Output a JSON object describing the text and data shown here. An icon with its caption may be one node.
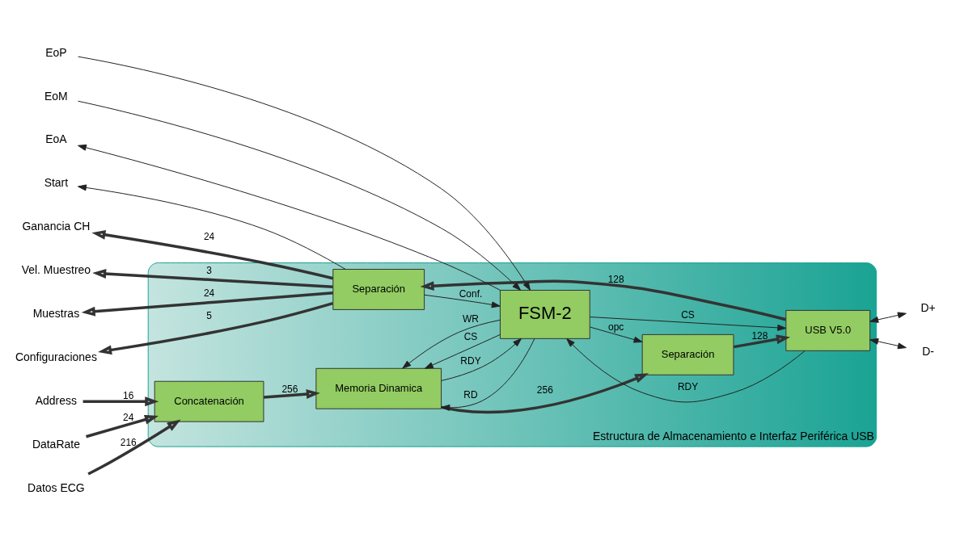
{
  "diagram": {
    "nodes": [
      {
        "text": [
          "Estructura de Almacenamiento e Interfaz Periférica USB"
        ]
      },
      {
        "text": [
          "Concatenación"
        ],
        "in": 0
      },
      {
        "text": [
          "Memoria Dinamica"
        ],
        "in": 0
      },
      {
        "text": [
          "FSM-2"
        ],
        "in": 0
      },
      {
        "text": [
          "Separación"
        ],
        "in": 0
      },
      {
        "text": [
          "Separación"
        ],
        "in": 0
      },
      {
        "text": [
          "USB V5.0"
        ],
        "in": 0
      },
      {
        "text": [
          "Address"
        ]
      },
      {
        "text": [
          "DataRate"
        ]
      },
      {
        "text": [
          "Datos ECG"
        ]
      },
      {
        "text": [
          "EoP"
        ]
      },
      {
        "text": [
          "EoM"
        ]
      },
      {
        "text": [
          "EoA"
        ]
      },
      {
        "text": [
          "Start"
        ]
      },
      {
        "text": [
          "Ganancia CH"
        ]
      },
      {
        "text": [
          "Vel. Muestreo"
        ]
      },
      {
        "text": [
          "Muestras"
        ]
      },
      {
        "text": [
          "Configuraciones"
        ]
      },
      {
        "text": [
          "D+"
        ]
      },
      {
        "text": [
          "D-"
        ]
      }
    ],
    "edges": [
      {
        "from": 7,
        "to": 1,
        "arrow": "to",
        "label": "16",
        "style": "thick"
      },
      {
        "from": 8,
        "to": 1,
        "arrow": "to",
        "label": "24",
        "style": "thick"
      },
      {
        "from": 9,
        "to": 1,
        "arrow": "to",
        "label": "216",
        "style": "thick"
      },
      {
        "from": 1,
        "to": 2,
        "arrow": "to",
        "label": "256",
        "style": "thick"
      },
      {
        "from": 2,
        "to": 4,
        "arrow": "to",
        "label": "256",
        "style": "thick"
      },
      {
        "from": 3,
        "to": 2,
        "arrow": "to",
        "label": "CS"
      },
      {
        "from": 3,
        "to": 2,
        "arrow": "to",
        "label": "WR"
      },
      {
        "from": 3,
        "to": 2,
        "arrow": "to",
        "label": "RD"
      },
      {
        "from": 2,
        "to": 3,
        "arrow": "to",
        "label": "RDY"
      },
      {
        "from": 10,
        "to": 3,
        "arrow": "to"
      },
      {
        "from": 11,
        "to": 3,
        "arrow": "to"
      },
      {
        "from": 3,
        "to": 12,
        "arrow": "to"
      },
      {
        "from": 3,
        "to": 4,
        "arrow": "to",
        "label": "opc"
      },
      {
        "from": 4,
        "to": 6,
        "arrow": "to",
        "label": "128",
        "style": "thick"
      },
      {
        "from": 5,
        "to": 3,
        "arrow": "to",
        "label": "Conf."
      },
      {
        "from": 6,
        "to": 3,
        "arrow": "to",
        "label": "RDY"
      },
      {
        "from": 3,
        "to": 6,
        "arrow": "to",
        "label": "CS"
      },
      {
        "from": 5,
        "to": 13,
        "arrow": "to"
      },
      {
        "from": 5,
        "to": 14,
        "arrow": "to",
        "label": "24",
        "style": "thick"
      },
      {
        "from": 5,
        "to": 15,
        "arrow": "to",
        "label": "3",
        "style": "thick"
      },
      {
        "from": 5,
        "to": 16,
        "arrow": "to",
        "label": "24",
        "style": "thick"
      },
      {
        "from": 5,
        "to": 17,
        "arrow": "to",
        "label": "5",
        "style": "thick"
      },
      {
        "from": 6,
        "to": 5,
        "arrow": "to",
        "label": "128",
        "style": "thick"
      },
      {
        "from": 6,
        "to": 18,
        "arrow": "both"
      },
      {
        "from": 6,
        "to": 19,
        "arrow": "both"
      }
    ]
  }
}
